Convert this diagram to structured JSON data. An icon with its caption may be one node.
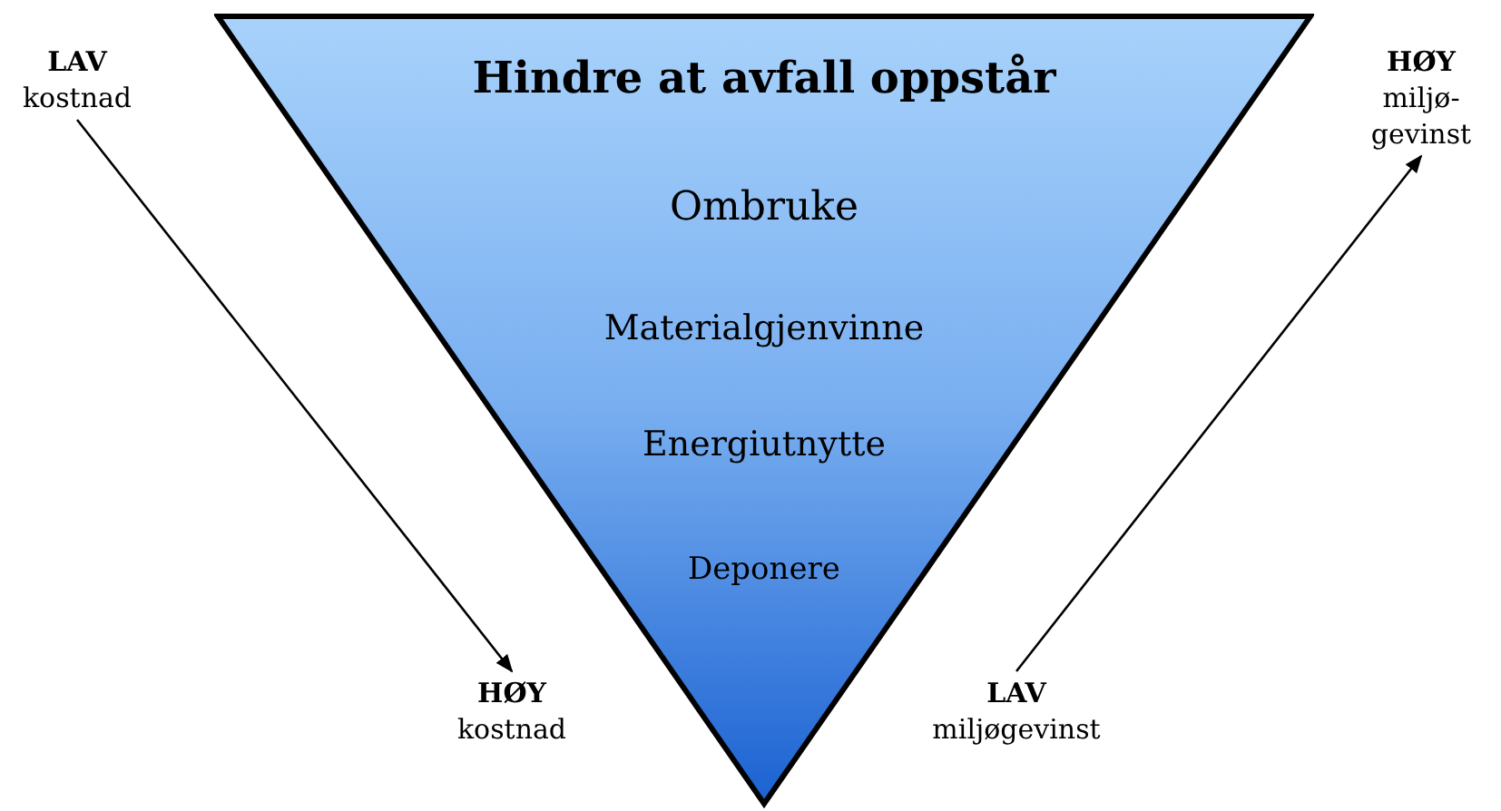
{
  "diagram": {
    "nodes": [
      {
        "text": [
          "Hindre at avfall oppstår",
          "Ombruke",
          "Materialgjenvinne",
          "Energiutnytte",
          "Deponere"
        ]
      },
      {
        "text": [
          "LAV",
          "kostnad"
        ]
      },
      {
        "text": [
          "HØY",
          "miljø-gevinst"
        ]
      },
      {
        "text": [
          "HØY",
          "kostnad"
        ]
      },
      {
        "text": [
          "LAV",
          "miljøgevinst"
        ]
      }
    ],
    "edges": [
      {
        "from": 1,
        "to": 3,
        "arrow": "to"
      },
      {
        "from": 4,
        "to": 2,
        "arrow": "to"
      }
    ]
  }
}
